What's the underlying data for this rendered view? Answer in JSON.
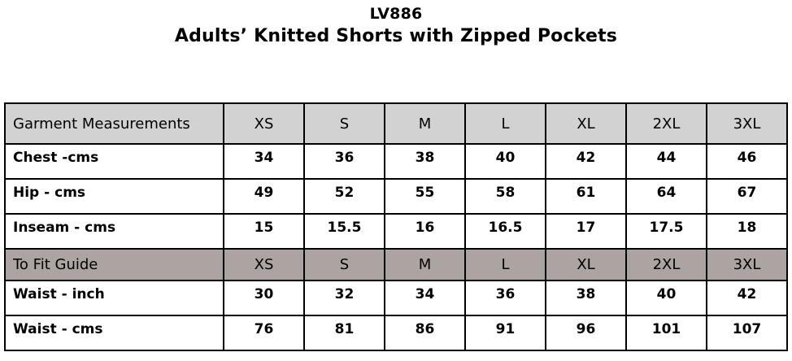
{
  "title": {
    "code": "LV886",
    "description": "Adults’ Knitted Shorts with Zipped Pockets"
  },
  "colors": {
    "header_bg": "#d2d2d2",
    "subheader_bg": "#aca4a2",
    "cell_bg": "#ffffff",
    "border": "#000000",
    "text": "#000000"
  },
  "table": {
    "sizes": [
      "XS",
      "S",
      "M",
      "L",
      "XL",
      "2XL",
      "3XL"
    ],
    "header": {
      "label": "Garment Measurements",
      "sizes": [
        "XS",
        "S",
        "M",
        "L",
        "XL",
        "2XL",
        "3XL"
      ]
    },
    "garment_rows": [
      {
        "label": "Chest -cms",
        "values": [
          "34",
          "36",
          "38",
          "40",
          "42",
          "44",
          "46"
        ]
      },
      {
        "label": "Hip - cms",
        "values": [
          "49",
          "52",
          "55",
          "58",
          "61",
          "64",
          "67"
        ]
      },
      {
        "label": "Inseam - cms",
        "values": [
          "15",
          "15.5",
          "16",
          "16.5",
          "17",
          "17.5",
          "18"
        ]
      }
    ],
    "subheader": {
      "label": "To Fit Guide",
      "sizes": [
        "XS",
        "S",
        "M",
        "L",
        "XL",
        "2XL",
        "3XL"
      ]
    },
    "fit_rows": [
      {
        "label": "Waist - inch",
        "values": [
          "30",
          "32",
          "34",
          "36",
          "38",
          "40",
          "42"
        ]
      },
      {
        "label": "Waist - cms",
        "values": [
          "76",
          "81",
          "86",
          "91",
          "96",
          "101",
          "107"
        ]
      }
    ]
  }
}
